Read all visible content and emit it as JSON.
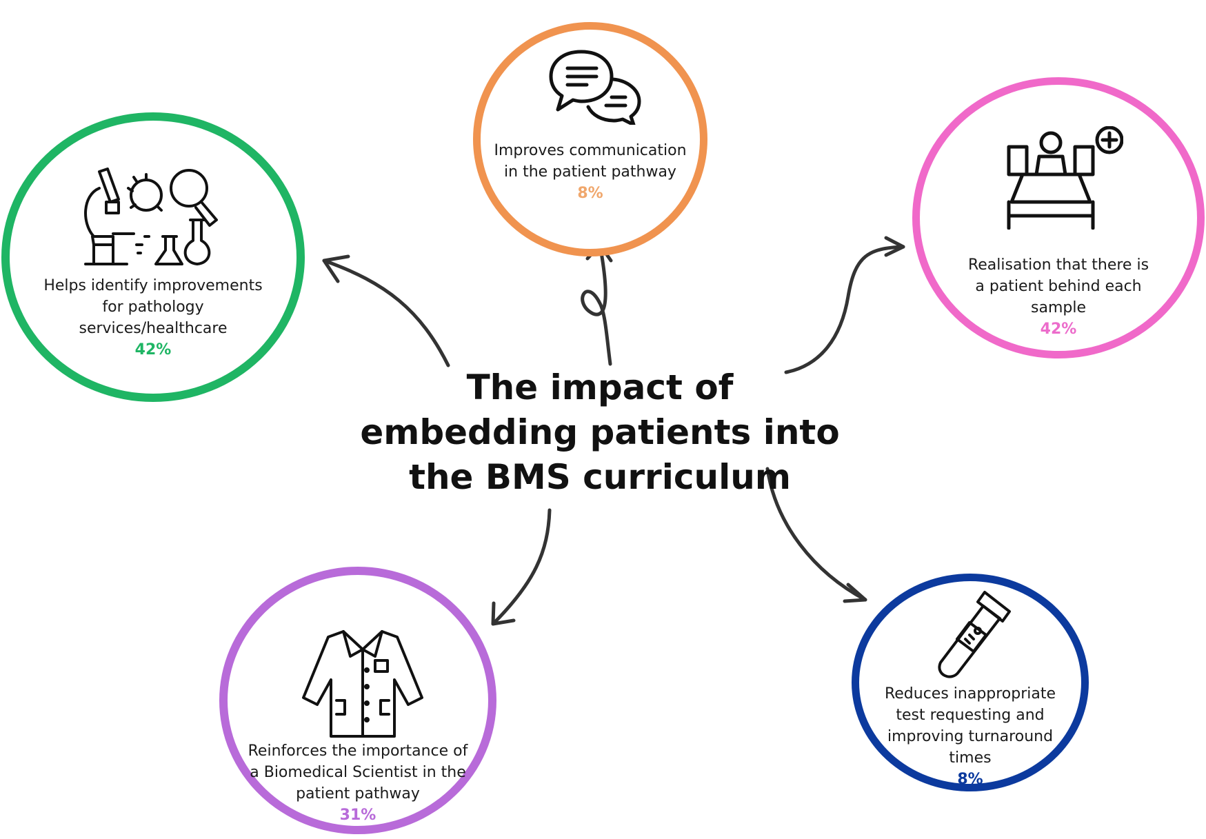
{
  "title": "The impact of embedding patients into the BMS curriculum",
  "nodes": {
    "communication": {
      "line1": "Improves communication",
      "line2": "in the patient pathway",
      "percent": "8%",
      "color": "#f0934f",
      "icon": "chat-bubbles-icon"
    },
    "realisation": {
      "line1": "Realisation that there is",
      "line2": "a patient behind each",
      "line3": "sample",
      "percent": "42%",
      "color": "#f069c9",
      "icon": "patient-bed-icon"
    },
    "improvements": {
      "line1": "Helps identify improvements",
      "line2": "for pathology",
      "line3": "services/healthcare",
      "percent": "42%",
      "color": "#1fb564",
      "icon": "laboratory-icon"
    },
    "importance": {
      "line1": "Reinforces the importance of",
      "line2": "a Biomedical Scientist in the",
      "line3": "patient pathway",
      "percent": "31%",
      "color": "#b86bd9",
      "icon": "lab-coat-icon"
    },
    "requesting": {
      "line1": "Reduces inappropriate",
      "line2": "test requesting and",
      "line3": "improving turnaround",
      "line4": "times",
      "percent": "8%",
      "color": "#0c3a9e",
      "icon": "test-tube-icon"
    }
  }
}
